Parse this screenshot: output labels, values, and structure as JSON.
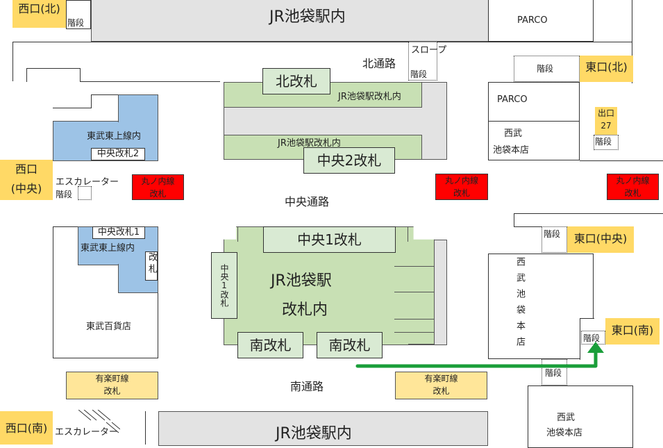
{
  "labels": {
    "jr_top": "JR池袋駅内",
    "jr_bottom": "JR池袋駅内",
    "parco_top": "PARCO",
    "parco_mid": "PARCO",
    "slope": "スロープ",
    "north_passage": "北通路",
    "central_passage": "中央通路",
    "south_passage": "南通路",
    "north_gate": "北改札",
    "jr_in_gate_upper": "JR池袋駅改札内",
    "jr_in_gate_lower": "JR池袋駅改札内",
    "central2_gate": "中央2改札",
    "central1_gate": "中央1改札",
    "jr_station": "JR池袋駅",
    "inside_gate": "改札内",
    "south_gate_left": "南改札",
    "south_gate_right": "南改札",
    "central1_vertical": "中央1改札",
    "tobu_tojo_top": "東武東上線内",
    "central_gate2": "中央改札2",
    "central_gate1": "中央改札1",
    "tobu_tojo_bottom": "東武東上線内",
    "kaisatsu_vertical": "改札",
    "tobu_dept": "東武百貨店",
    "escalator": "エスカレーター",
    "escalator_bottom": "エスカレーター",
    "stairs": "階段",
    "marunouchi": "丸ノ内線",
    "gate": "改札",
    "yurakucho": "有楽町線",
    "seibu": "西武",
    "seibu_ikebukuro": "池袋本店",
    "seibu_vertical": "西武池袋本店",
    "seibu_bottom_1": "西武",
    "seibu_bottom_2": "池袋本店",
    "exit27_1": "出口",
    "exit27_2": "27"
  },
  "exits": {
    "west_north": "西口(北)",
    "west_central_1": "西口",
    "west_central_2": "(中央)",
    "west_south": "西口(南)",
    "east_north": "東口(北)",
    "east_central": "東口(中央)",
    "east_south": "東口(南)"
  },
  "colors": {
    "route_arrow": "#1a9e3a",
    "jr_area": "#c8e0b4",
    "tobu_area": "#9dc3e6",
    "marunouchi": "#ff0000",
    "yurakucho": "#ffe699",
    "exit": "#ffd966"
  }
}
